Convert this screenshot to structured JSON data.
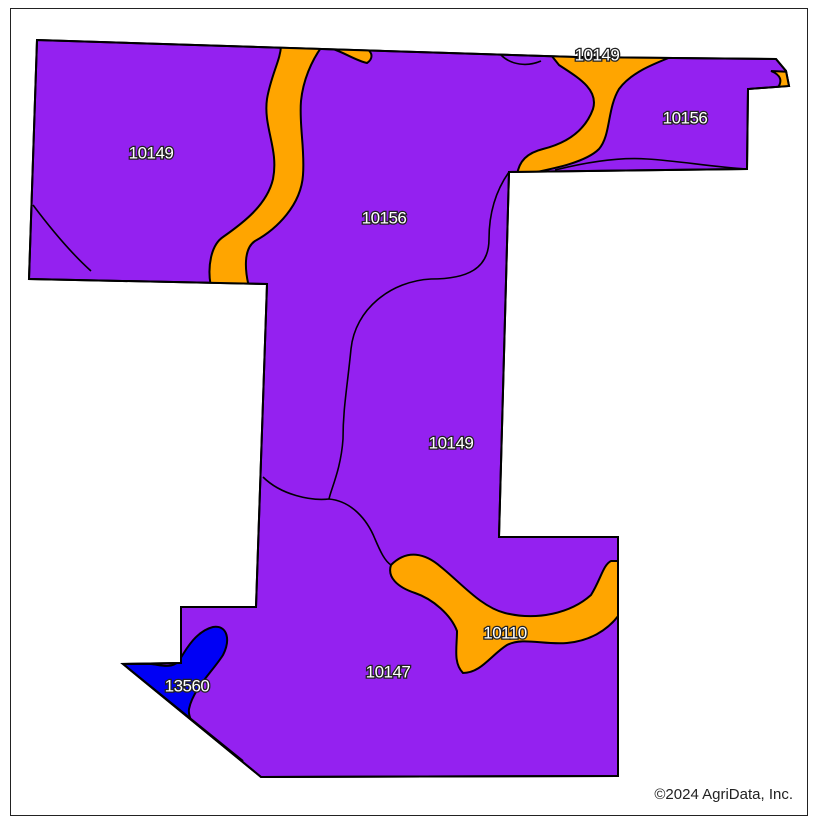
{
  "map": {
    "colors": {
      "purple": "#9421F0",
      "orange": "#FFA500",
      "blue": "#0000F5",
      "outline": "#000000"
    },
    "icons": {
      "map_units": "soil-map-unit-polygons"
    },
    "units": [
      {
        "symbol": "10149",
        "color": "purple"
      },
      {
        "symbol": "10156",
        "color": "purple"
      },
      {
        "symbol": "10149",
        "color": "purple"
      },
      {
        "symbol": "10156",
        "color": "purple"
      },
      {
        "symbol": "10149",
        "color": "purple"
      },
      {
        "symbol": "10110",
        "color": "orange"
      },
      {
        "symbol": "10147",
        "color": "purple"
      },
      {
        "symbol": "13560",
        "color": "blue"
      }
    ],
    "copyright": "©2024 AgriData, Inc."
  }
}
